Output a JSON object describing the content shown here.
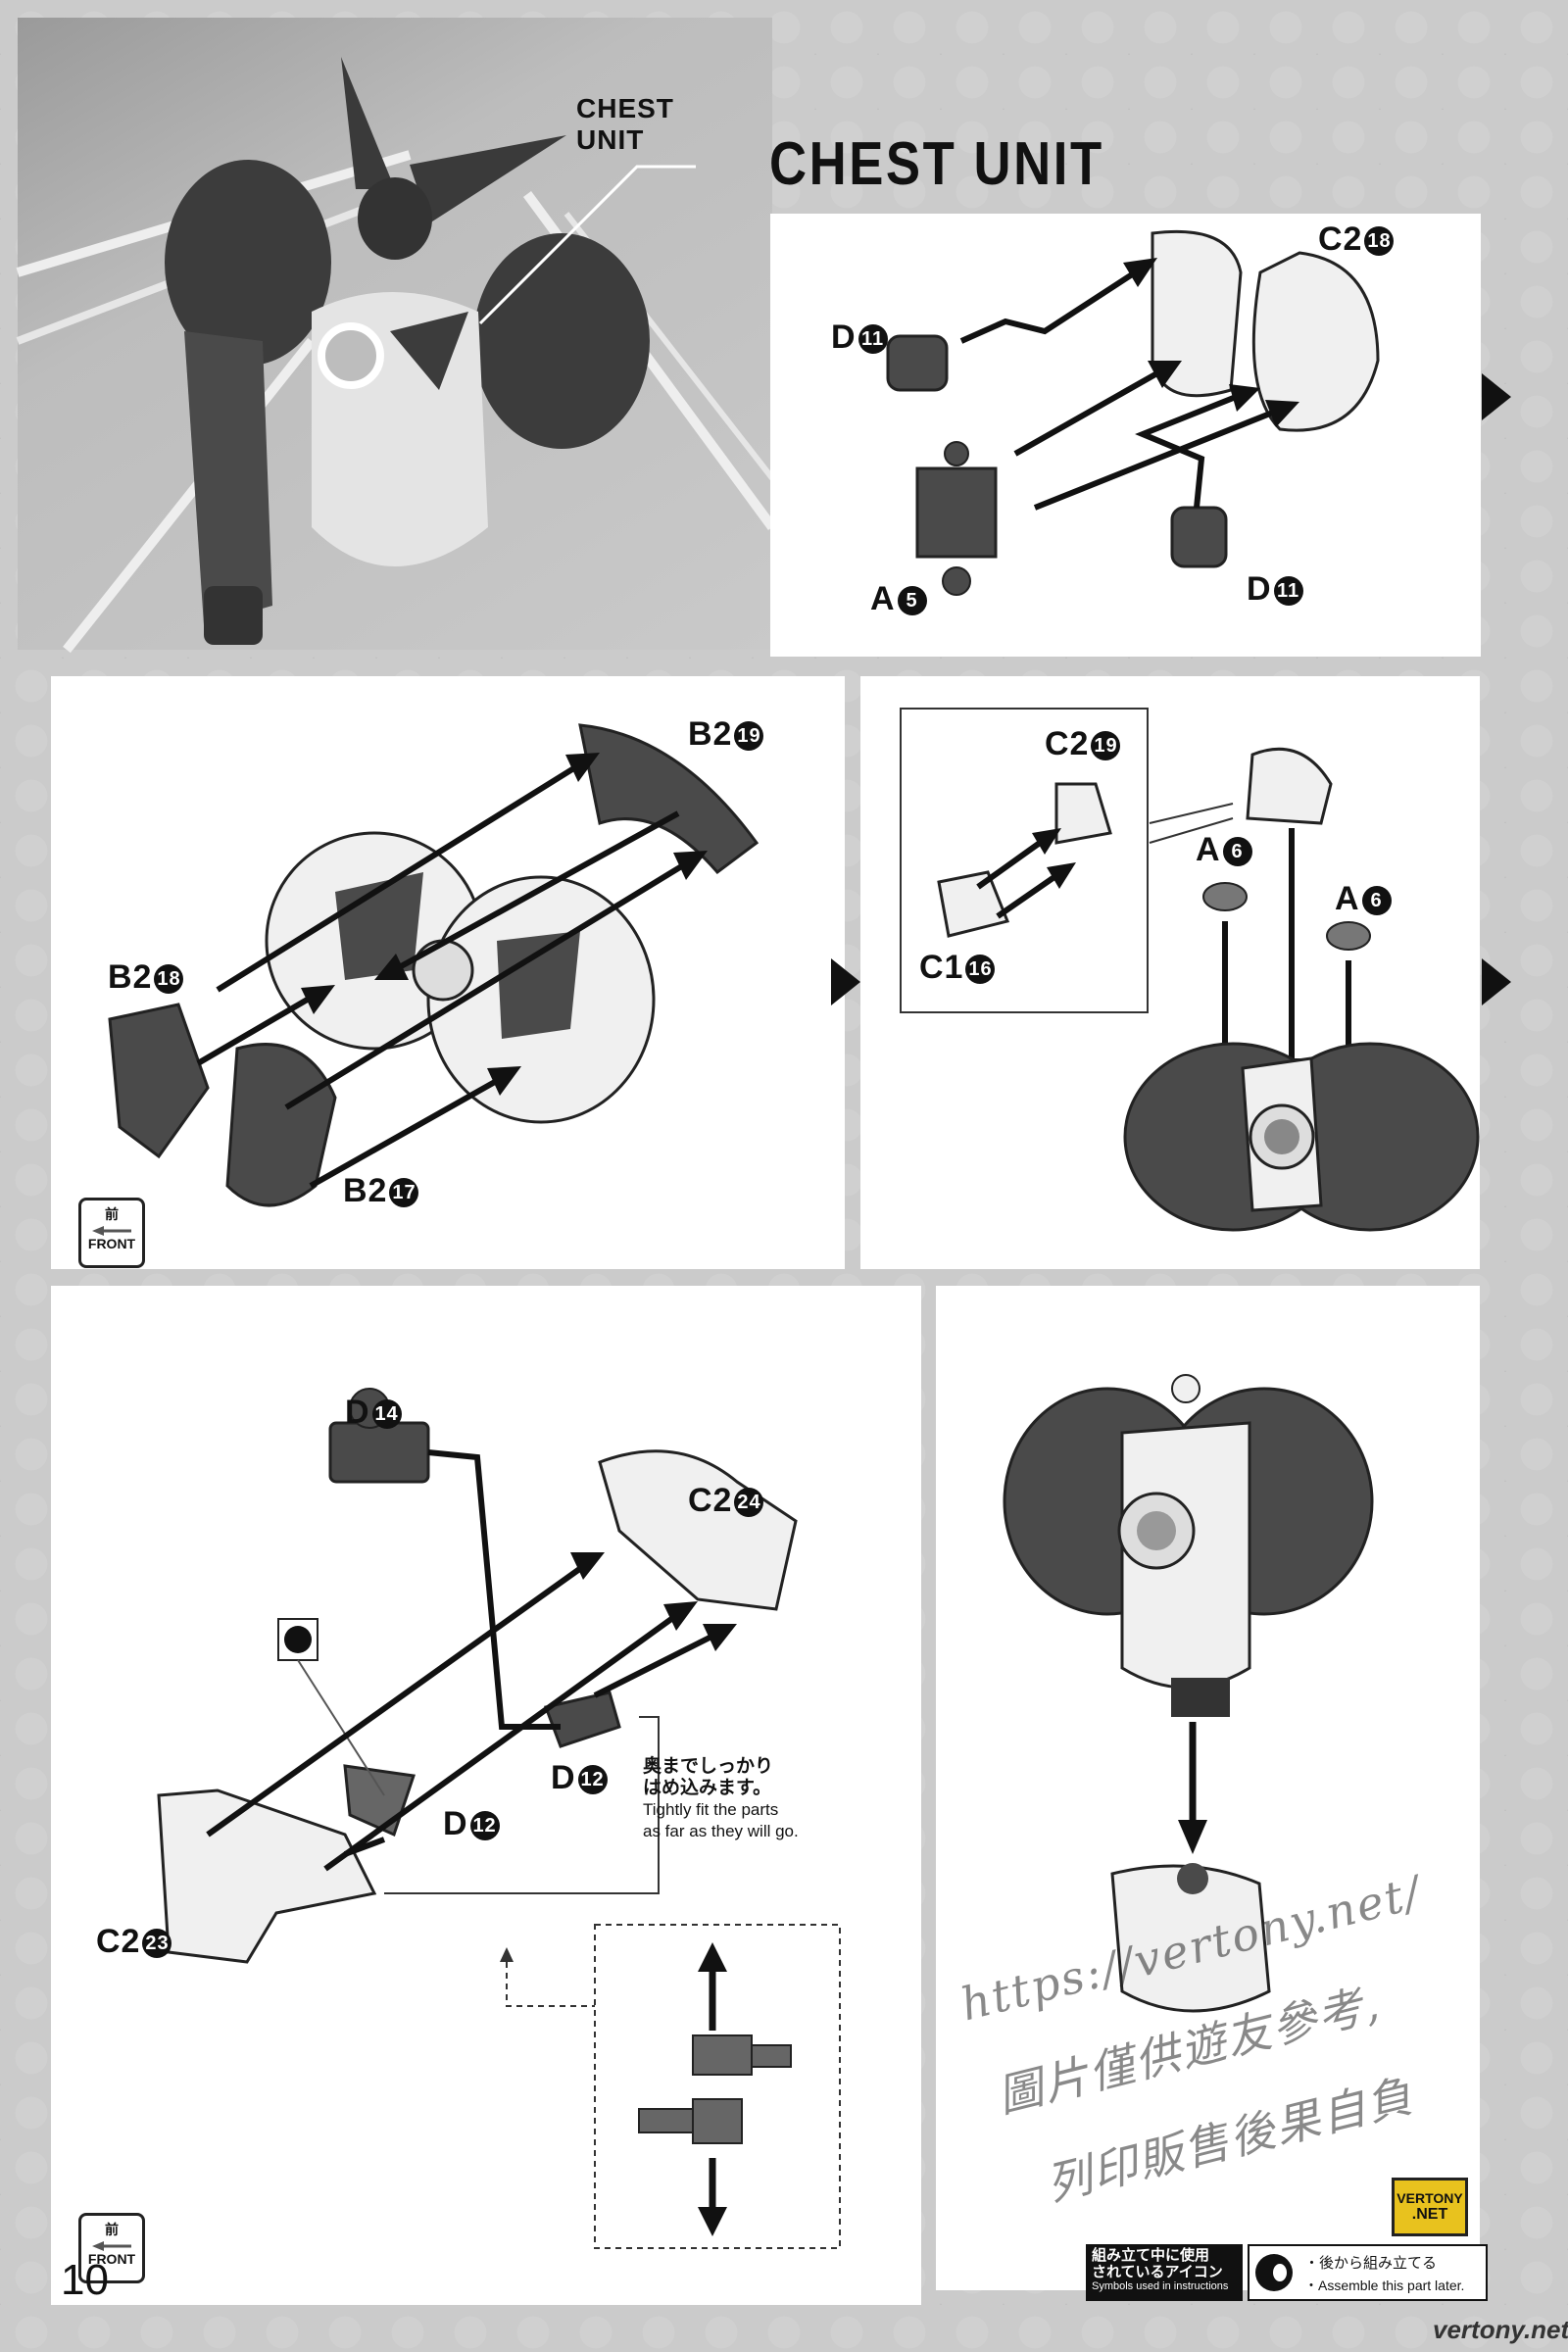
{
  "page": {
    "number": "10",
    "section_title": "CHEST UNIT",
    "photo_callout": "CHEST\nUNIT"
  },
  "step1": {
    "parts": [
      {
        "letter": "D",
        "num": "11"
      },
      {
        "letter": "C2",
        "num": "18"
      },
      {
        "letter": "A",
        "num": "5"
      },
      {
        "letter": "D",
        "num": "11"
      }
    ]
  },
  "step2": {
    "parts": [
      {
        "letter": "B2",
        "num": "19"
      },
      {
        "letter": "B2",
        "num": "18"
      },
      {
        "letter": "B2",
        "num": "17"
      }
    ],
    "front_icon": {
      "jp": "前",
      "en": "FRONT"
    }
  },
  "step3": {
    "parts": [
      {
        "letter": "C2",
        "num": "19"
      },
      {
        "letter": "C1",
        "num": "16"
      },
      {
        "letter": "A",
        "num": "6"
      },
      {
        "letter": "A",
        "num": "6"
      }
    ]
  },
  "step4": {
    "parts": [
      {
        "letter": "D",
        "num": "14"
      },
      {
        "letter": "C2",
        "num": "24"
      },
      {
        "letter": "D",
        "num": "12"
      },
      {
        "letter": "D",
        "num": "12"
      },
      {
        "letter": "C2",
        "num": "23"
      }
    ],
    "note_jp": "奥までしっかり\nはめ込みます。",
    "note_en": "Tightly fit the parts\nas far as they will go.",
    "front_icon": {
      "jp": "前",
      "en": "FRONT"
    }
  },
  "legend": {
    "title_jp": "組み立て中に使用\nされているアイコン",
    "title_en": "Symbols used in instructions",
    "desc_jp": "・後から組み立てる",
    "desc_en": "・Assemble this part later."
  },
  "watermark": {
    "url": "https://vertony.net/",
    "line1": "圖片僅供遊友參考,",
    "line2": "列印販售後果自負",
    "logo_top": "VERTONY",
    "logo_bottom": ".NET",
    "corner": "vertony.net"
  },
  "colors": {
    "dark_part": "#4a4a4a",
    "light_part": "#f2f2f2",
    "panel": "#ffffff",
    "background": "#cbcbcb",
    "logo": "#e8c21e"
  }
}
